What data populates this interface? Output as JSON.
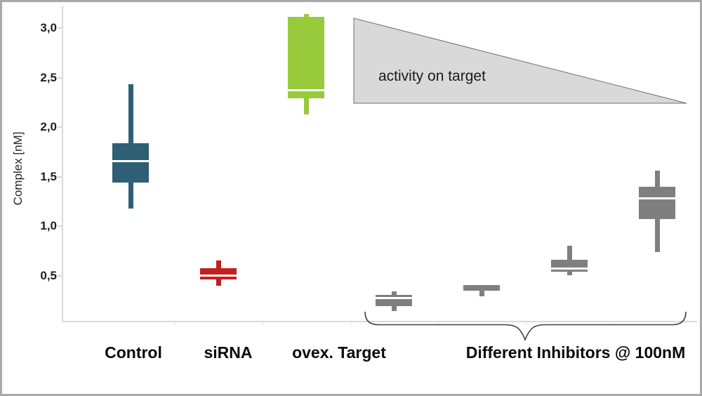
{
  "figure": {
    "background": "#FFFFFF",
    "border_color": "#A9A9A9"
  },
  "chart_data": {
    "type": "boxplot",
    "title": "",
    "xlabel": "",
    "ylabel": "Complex [nM]",
    "ylim": [
      0,
      3.2
    ],
    "grid": false,
    "legend": false,
    "yticks": [
      {
        "value": 0.5,
        "label": "0,5"
      },
      {
        "value": 1.0,
        "label": "1,0"
      },
      {
        "value": 1.5,
        "label": "1,5"
      },
      {
        "value": 2.0,
        "label": "2,0"
      },
      {
        "value": 2.5,
        "label": "2,5"
      },
      {
        "value": 3.0,
        "label": "3,0"
      }
    ],
    "x_labels": [
      "Control",
      "siRNA",
      "ovex. Target",
      "Different Inhibitors @ 100nM"
    ],
    "boxes": [
      {
        "name": "control",
        "color": "#2E5F74",
        "whisker_low": 1.18,
        "q1": 1.44,
        "median": 1.655,
        "q3": 1.84,
        "whisker_high": 2.43
      },
      {
        "name": "sirna",
        "color": "#C2201F",
        "whisker_low": 0.4,
        "q1": 0.46,
        "median": 0.5,
        "q3": 0.575,
        "whisker_high": 0.655
      },
      {
        "name": "ovex-target",
        "color": "#98CA3C",
        "whisker_low": 2.13,
        "q1": 2.29,
        "median": 2.375,
        "q3": 3.11,
        "whisker_high": 3.14
      },
      {
        "name": "inhibitor-1",
        "color": "#7F7F7F",
        "whisker_low": 0.14,
        "q1": 0.19,
        "median": 0.27,
        "q3": 0.305,
        "whisker_high": 0.34
      },
      {
        "name": "inhibitor-2",
        "color": "#7F7F7F",
        "whisker_low": 0.29,
        "q1": 0.348,
        "median": null,
        "q3": 0.405,
        "whisker_high": null
      },
      {
        "name": "inhibitor-3",
        "color": "#7F7F7F",
        "whisker_low": 0.5,
        "q1": 0.54,
        "median": 0.568,
        "q3": 0.66,
        "whisker_high": 0.8
      },
      {
        "name": "inhibitor-4",
        "color": "#7F7F7F",
        "whisker_low": 0.74,
        "q1": 1.07,
        "median": 1.28,
        "q3": 1.4,
        "whisker_high": 1.56
      }
    ],
    "median_color": "#FFFFFF",
    "axis_color": "#D9D9D9",
    "annotations": {
      "triangle_label": "activity on target",
      "triangle_fill": "#D9D9D9",
      "triangle_stroke": "#6E6E6E",
      "brace_color": "#404040"
    }
  }
}
